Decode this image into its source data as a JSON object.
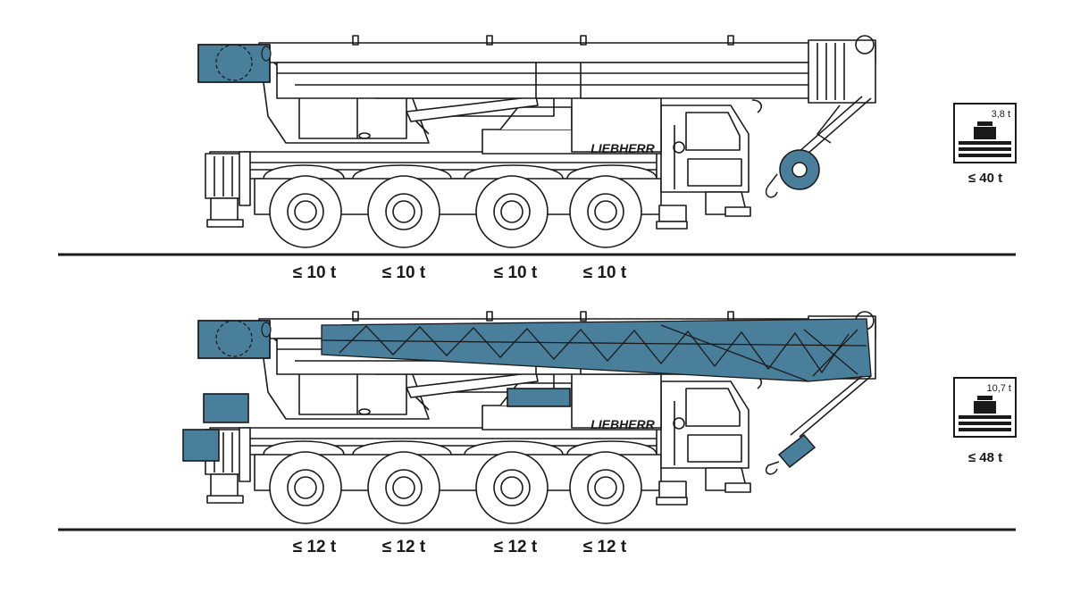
{
  "brand": "LIEBHERR",
  "configurations": [
    {
      "id": "basic",
      "axle_loads": [
        "≤ 10 t",
        "≤ 10 t",
        "≤ 10 t",
        "≤ 10 t"
      ],
      "counterweight": "3,8 t",
      "total_weight": "≤ 40 t"
    },
    {
      "id": "full",
      "axle_loads": [
        "≤ 12 t",
        "≤ 12 t",
        "≤ 12 t",
        "≤ 12 t"
      ],
      "counterweight": "10,7 t",
      "total_weight": "≤ 48 t"
    }
  ],
  "colors": {
    "line": "#1a1a1a",
    "highlight": "#4a7f9c",
    "background": "#ffffff"
  }
}
